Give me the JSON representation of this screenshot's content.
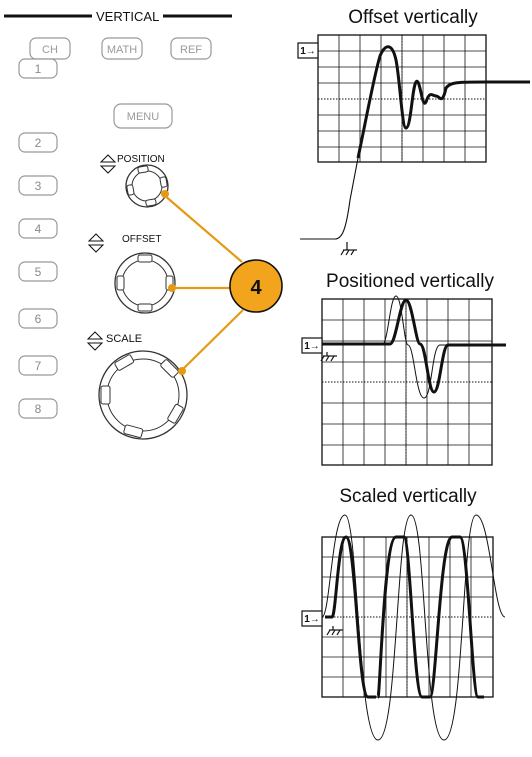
{
  "vertical_panel": {
    "header": "VERTICAL",
    "source_buttons": [
      "CH",
      "MATH",
      "REF"
    ],
    "channel_buttons": [
      "1",
      "2",
      "3",
      "4",
      "5",
      "6",
      "7",
      "8"
    ],
    "menu_label": "MENU",
    "position_label": "POSITION",
    "offset_label": "OFFSET",
    "scale_label": "SCALE"
  },
  "callout": {
    "label": "4",
    "color": "#f2a51c",
    "line_color": "#e59a12"
  },
  "panels": [
    {
      "title": "Offset vertically",
      "marker": "1→"
    },
    {
      "title": "Positioned vertically",
      "marker": "1→"
    },
    {
      "title": "Scaled vertically",
      "marker": "1→"
    }
  ]
}
